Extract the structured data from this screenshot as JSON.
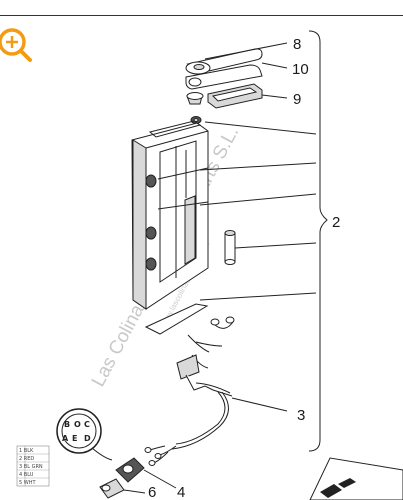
{
  "toolbar": {
    "zoom_icon": "zoom-in-icon",
    "accent": "#f39c12"
  },
  "callouts": {
    "c8": "8",
    "c10": "10",
    "c9": "9",
    "c2": "2",
    "c3": "3",
    "c6": "6",
    "c4": "4"
  },
  "watermark": {
    "main": "Las Colinas Cranes and Parts S.L.",
    "url": "www.lascolinascranes.com"
  },
  "connector": {
    "pins": [
      "B",
      "O",
      "C",
      "A",
      "E",
      "D"
    ]
  },
  "legend_rows": [
    "1 BLK",
    "2 RED",
    "3 BL GRN",
    "4 BLU",
    "5 WHT"
  ]
}
